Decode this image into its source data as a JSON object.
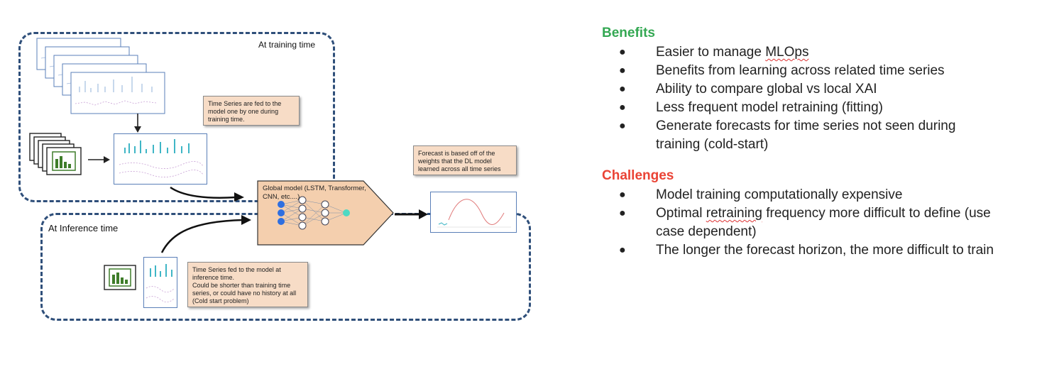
{
  "diagram": {
    "training_label": "At training time",
    "inference_label": "At Inference time",
    "training_note": "Time Series are fed to the model one by one during training time.",
    "inference_note_lines": [
      "Time Series fed to the model at inference time.",
      "Could be shorter than training time series, or could have no history at all (Cold start problem)"
    ],
    "forecast_note": "Forecast is based off of the weights that the DL model learned across all time series",
    "model_title": "Global model (LSTM, Transformer, CNN, etc....)",
    "colors": {
      "dash_border": "#2f4f7a",
      "note_fill": "#f7dcc6",
      "model_fill": "#f4cfae",
      "neuron_input": "#2f6fe0",
      "neuron_output": "#4dd9c3",
      "doc_chart": "#3f7d2a"
    }
  },
  "benefits": {
    "title": "Benefits",
    "color": "#34a853",
    "items": [
      {
        "pre": "Easier to manage ",
        "flag": "MLOps",
        "post": ""
      },
      {
        "pre": "Benefits from learning across related time series",
        "flag": "",
        "post": ""
      },
      {
        "pre": "Ability to compare global vs local XAI",
        "flag": "",
        "post": ""
      },
      {
        "pre": "Less frequent model retraining (fitting)",
        "flag": "",
        "post": ""
      },
      {
        "pre": "Generate forecasts for time series not seen during training (cold-start)",
        "flag": "",
        "post": ""
      }
    ]
  },
  "challenges": {
    "title": "Challenges",
    "color": "#ea4335",
    "items": [
      {
        "pre": "Model training computationally expensive",
        "flag": "",
        "post": ""
      },
      {
        "pre": "Optimal ",
        "flag": "retraining",
        "post": " frequency more difficult to define (use case dependent)"
      },
      {
        "pre": "The longer the forecast horizon, the more difficult to train",
        "flag": "",
        "post": ""
      }
    ]
  }
}
